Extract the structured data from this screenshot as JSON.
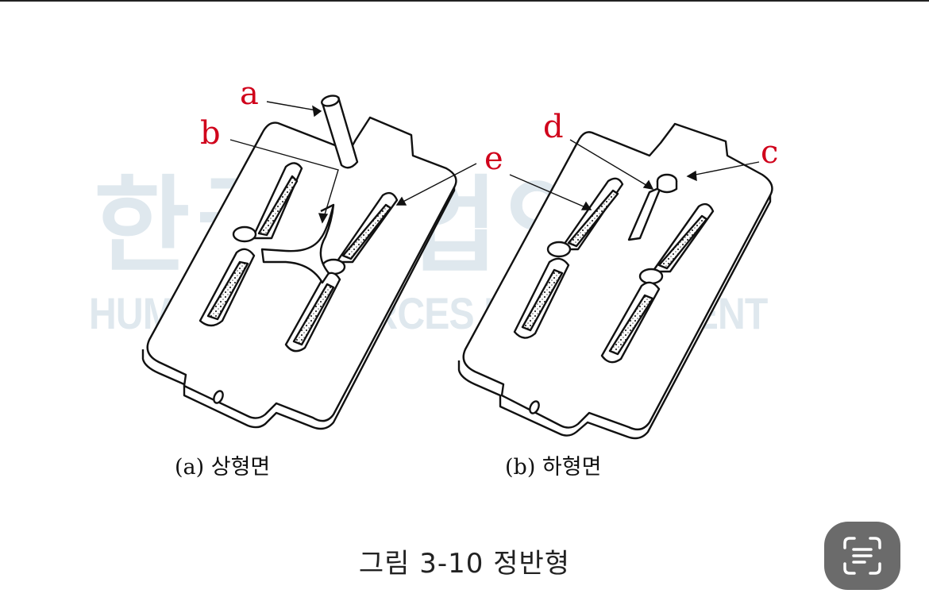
{
  "watermark": {
    "korean": "한국산업인력",
    "english": "HUMAN RESOURCES DEVELOPMENT"
  },
  "labels": {
    "a": "a",
    "b": "b",
    "c": "c",
    "d": "d",
    "e": "e"
  },
  "captions": {
    "left": "(a) 상형면",
    "right": "(b) 하형면"
  },
  "figure_title": "그림 3-10 정반형",
  "lens_button": {
    "icon": "text-scan-icon"
  },
  "colors": {
    "label_red": "#d0021b",
    "button_gray": "#6b6b6b"
  }
}
